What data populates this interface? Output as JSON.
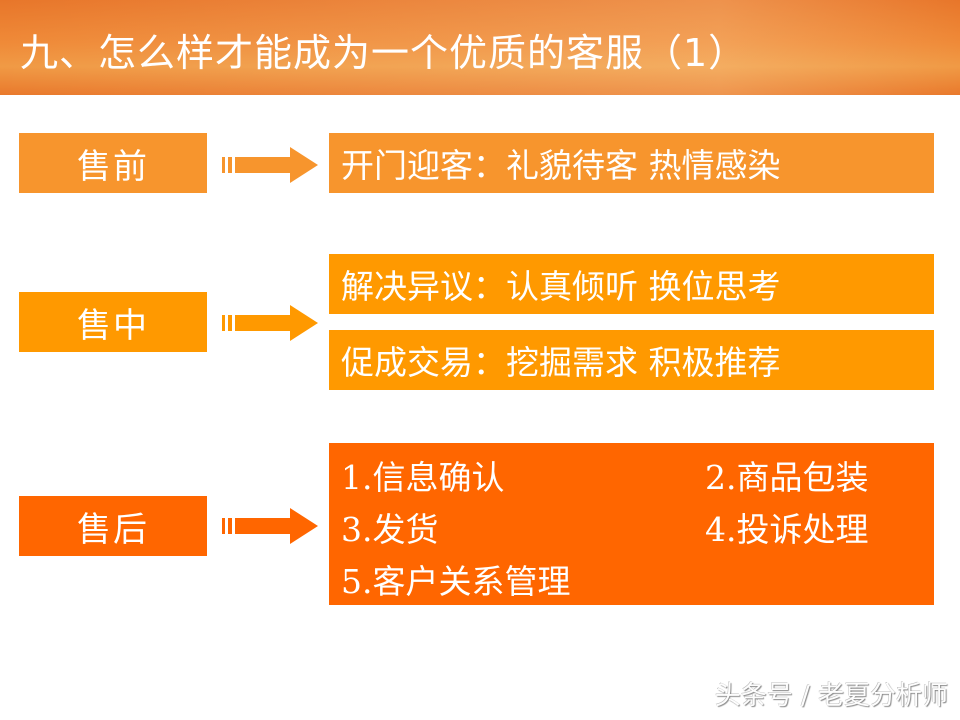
{
  "header": {
    "title": "九、怎么样才能成为一个优质的客服（1）"
  },
  "colors": {
    "pre": "#f7952d",
    "mid": "#ff9900",
    "post": "#ff6600",
    "header": "#ec832f"
  },
  "stages": [
    {
      "label": "售前",
      "items": [
        "开门迎客：礼貌待客 热情感染"
      ]
    },
    {
      "label": "售中",
      "items": [
        "解决异议：认真倾听 换位思考",
        "促成交易：挖掘需求 积极推荐"
      ]
    },
    {
      "label": "售后",
      "items": [
        "1.信息确认",
        "2.商品包装",
        "3.发货",
        "4.投诉处理",
        "5.客户关系管理"
      ]
    }
  ],
  "watermark": "头条号 / 老夏分析师"
}
